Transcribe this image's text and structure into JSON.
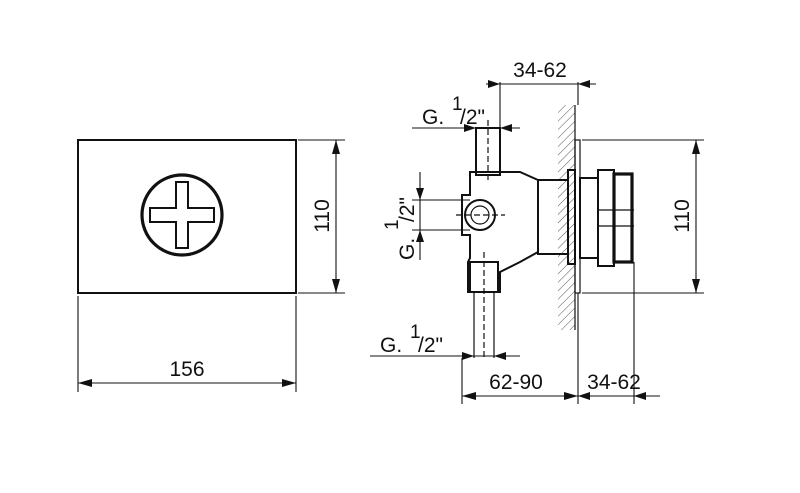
{
  "front_view": {
    "width_label": "156",
    "height_label": "110"
  },
  "side_view": {
    "top_dim_label": "34-62",
    "right_height_label": "110",
    "bottom_left_dim_label": "62-90",
    "bottom_right_dim_label": "34-62",
    "top_thread": {
      "prefix": "G.",
      "sup": "1",
      "rest": "/2\""
    },
    "left_thread": {
      "prefix": "G.",
      "sup": "1",
      "rest": "/2\""
    },
    "bottom_thread": {
      "prefix": "G.",
      "sup": "1",
      "rest": "/2\""
    }
  }
}
